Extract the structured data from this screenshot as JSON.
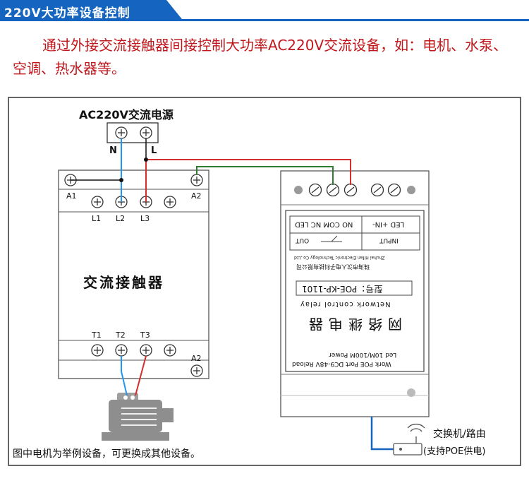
{
  "header": {
    "title": "220V大功率设备控制"
  },
  "intro": {
    "text": "通过外接交流接触器间接控制大功率AC220V交流设备，如：电机、水泵、空调、热水器等。"
  },
  "diagram": {
    "power_source_label": "AC220V交流电源",
    "neutral_label": "N",
    "live_label": "L",
    "contactor": {
      "name": "交流接触器",
      "top_labels": [
        "A1",
        "L1",
        "L2",
        "L3",
        "A2"
      ],
      "bottom_labels": [
        "T1",
        "T2",
        "T3",
        "A2"
      ]
    },
    "relay": {
      "title": "网络继电器",
      "subtitle": "Network control relay",
      "model": "型号：POE-KP-1101",
      "terminal_header_left": "LED +IN-",
      "terminal_header_right": "NO COM NC LED",
      "input_label": "INPUT",
      "out_label": "OUT",
      "company_cn": "珠海市汉人电子科技有限公司",
      "company_en": "Zhuhai Hifan Electronic Technology Co.,Ltd",
      "status_row1": "Led 10M/100M Power",
      "status_row2": "Work POE Port DC9-48V Reload"
    },
    "switch_label": "交换机/路由",
    "switch_note": "(支持POE供电)",
    "footnote": "图中电机为举例设备，可更换成其他设备。"
  }
}
